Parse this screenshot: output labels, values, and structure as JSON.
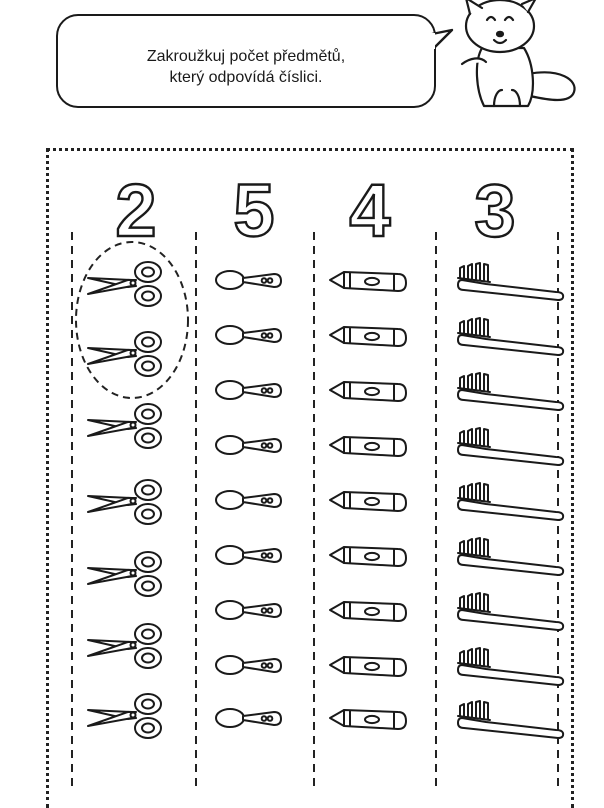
{
  "instruction": {
    "line1": "Zakroužkuj počet předmětů,",
    "line2": "který odpovídá číslici."
  },
  "columns": [
    {
      "number": "2",
      "item": "scissors-icon",
      "count": 7
    },
    {
      "number": "5",
      "item": "spoon-icon",
      "count": 9
    },
    {
      "number": "4",
      "item": "crayon-icon",
      "count": 9
    },
    {
      "number": "3",
      "item": "toothbrush-icon",
      "count": 9
    }
  ],
  "example_circled_count": 2
}
